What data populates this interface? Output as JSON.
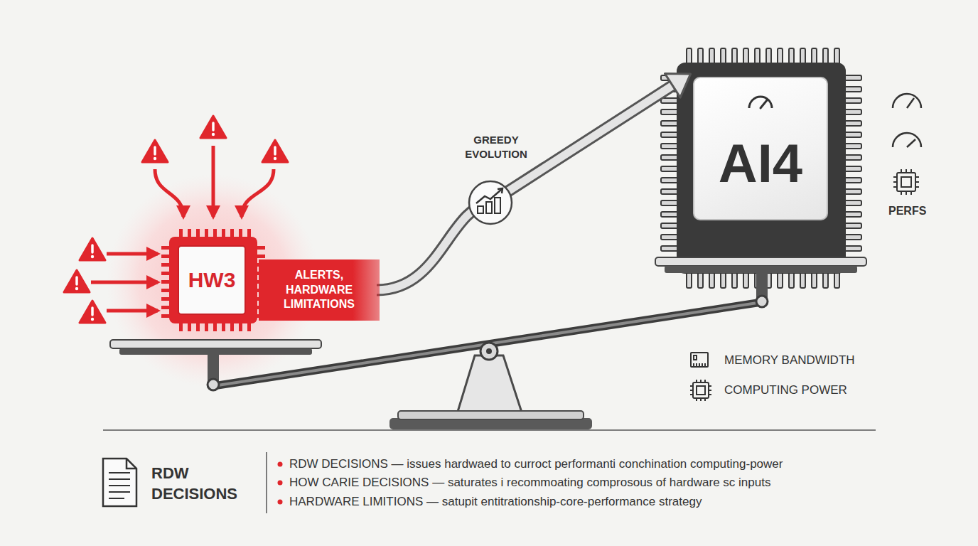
{
  "diagram": {
    "nodes": [
      {
        "text": [
          "HW3"
        ]
      },
      {
        "text": [
          "ALERTS, HARDWARE LIMITATIONS"
        ]
      },
      {
        "text": [
          "AI4"
        ]
      }
    ],
    "edges": [
      {
        "from": 1,
        "to": 2,
        "arrow": "to",
        "label": "GREEDY EVOLUTION"
      }
    ],
    "labels": [
      "PERFS",
      "RDW DECISIONS",
      "RDW DECISIONS — issues hardwaed to curroct performanti conchination computing-power",
      "HOW CARIE DECISIONS — saturates i recommoating comprosous of hardware sc inputs",
      "HARDWARE LIMITIONS — satupit entitrationship-core-performance strategy"
    ],
    "legend": [
      {
        "text": "MEMORY BANDWIDTH"
      },
      {
        "text": "COMPUTING POWER"
      }
    ]
  }
}
